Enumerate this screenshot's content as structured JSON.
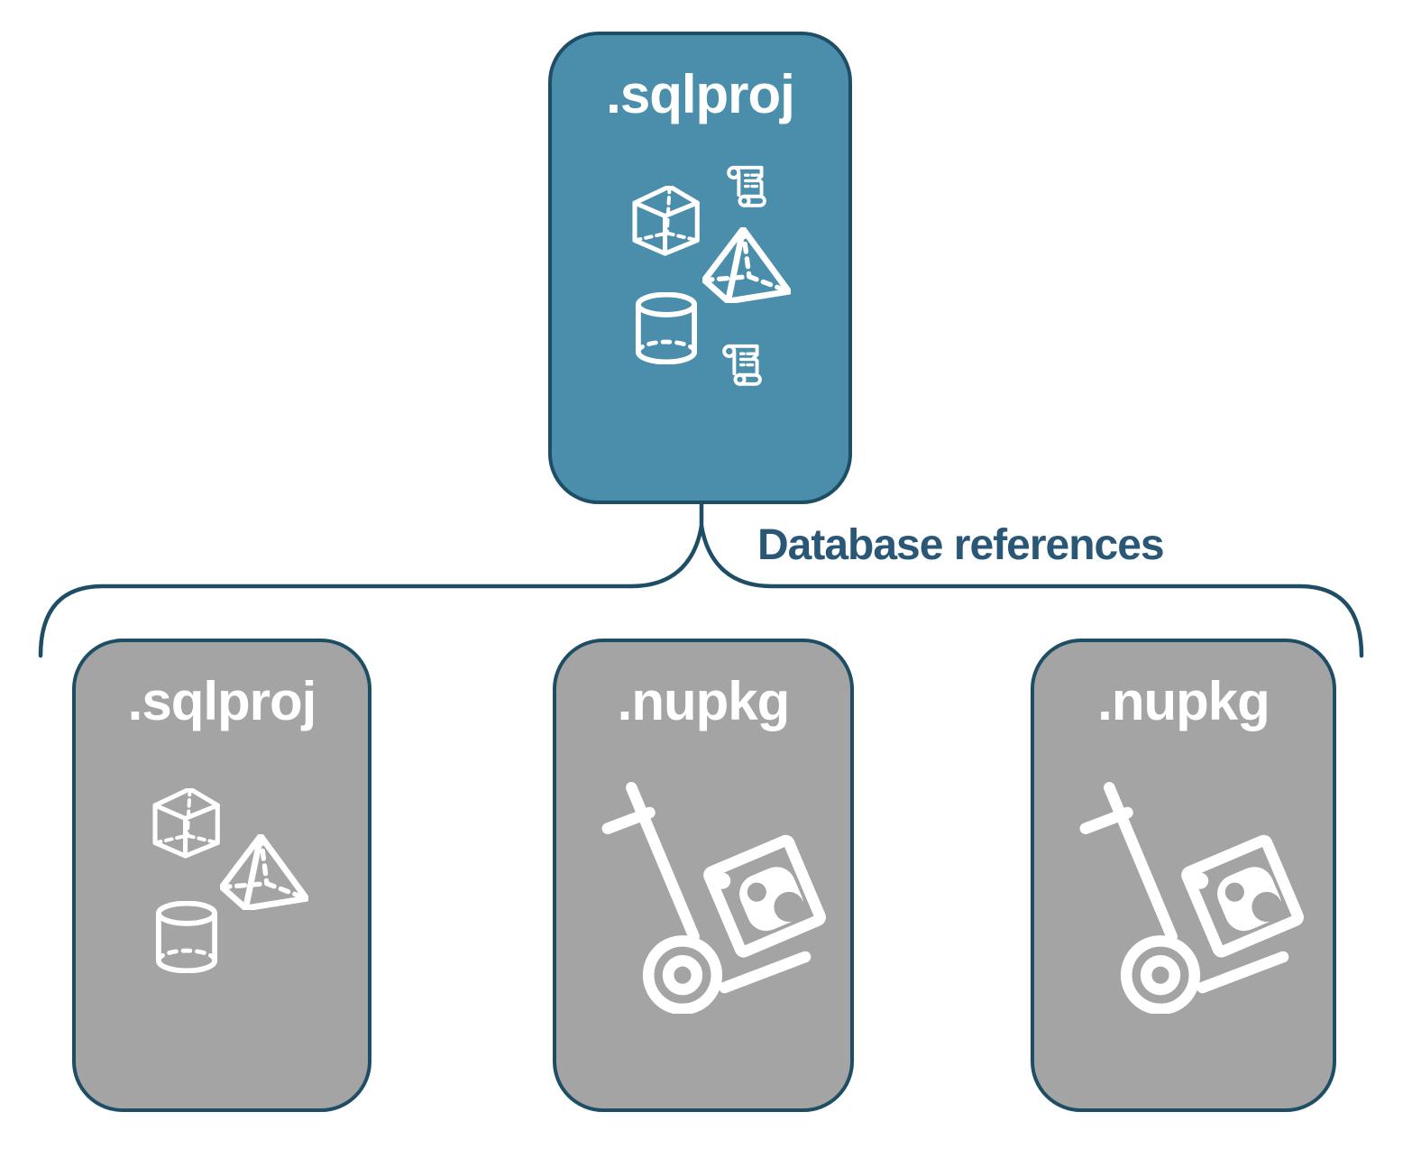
{
  "diagram": {
    "root": {
      "label": ".sqlproj",
      "icons": [
        "scroll-icon",
        "cube-icon",
        "pyramid-icon",
        "cylinder-icon",
        "scroll-icon"
      ]
    },
    "edge": {
      "label": "Database references"
    },
    "children": [
      {
        "label": ".sqlproj",
        "icons": [
          "cube-icon",
          "pyramid-icon",
          "cylinder-icon"
        ]
      },
      {
        "label": ".nupkg",
        "icons": [
          "package-dolly-icon"
        ]
      },
      {
        "label": ".nupkg",
        "icons": [
          "package-dolly-icon"
        ]
      }
    ]
  },
  "colors": {
    "background": "#FFFFFF",
    "node_primary_fill": "#4A8EAC",
    "node_secondary_fill": "#A5A4A4",
    "node_border": "#1E4E66",
    "connector_stroke": "#1E4E66",
    "edge_label_color": "#2B5777",
    "node_title_color": "#FFFFFF",
    "icon_color": "#FFFFFF"
  }
}
